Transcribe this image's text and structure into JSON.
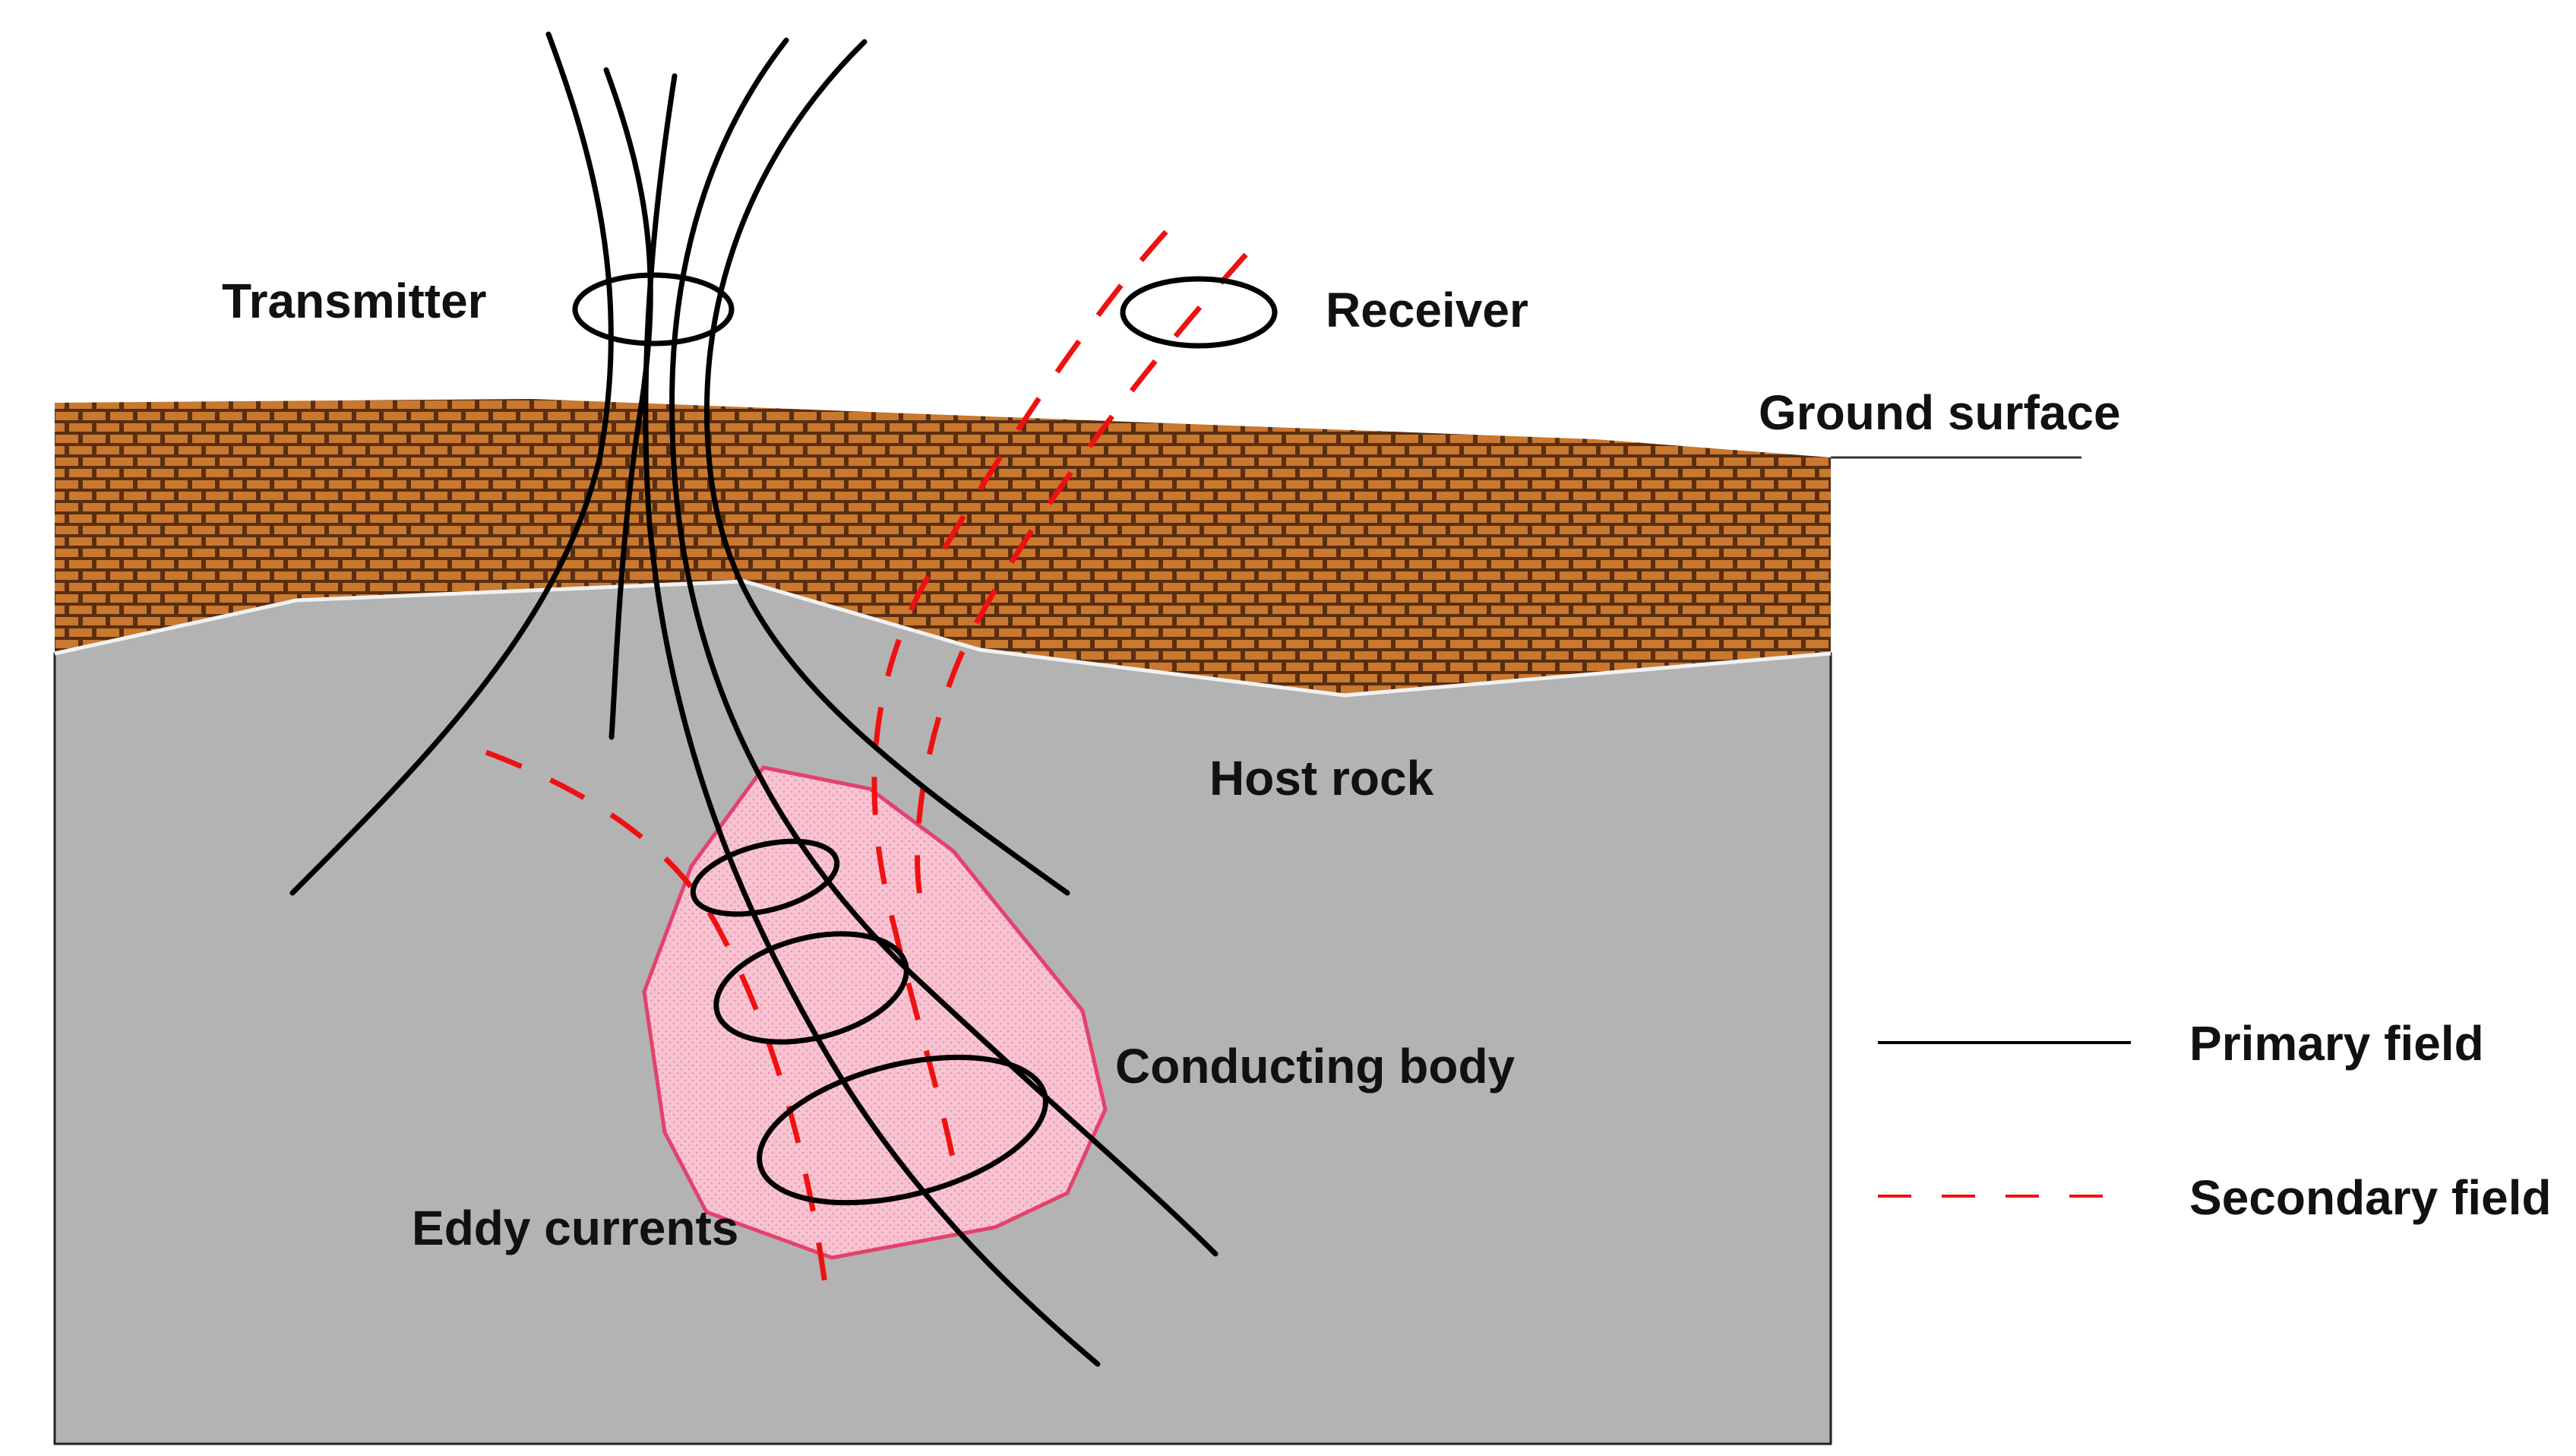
{
  "labels": {
    "transmitter": "Transmitter",
    "receiver": "Receiver",
    "ground_surface": "Ground surface",
    "host_rock": "Host rock",
    "conducting_body": "Conducting body",
    "eddy_currents": "Eddy currents"
  },
  "legend": {
    "primary": "Primary field",
    "secondary": "Secondary field"
  },
  "colors": {
    "primary_field": "#000000",
    "secondary_field": "#ee1111",
    "host_rock": "#b3b3b3",
    "soil_brick": "#c9782f",
    "soil_mortar": "#5a2e10",
    "conductor_fill": "#f9c4d2",
    "conductor_stroke": "#e4416d"
  }
}
